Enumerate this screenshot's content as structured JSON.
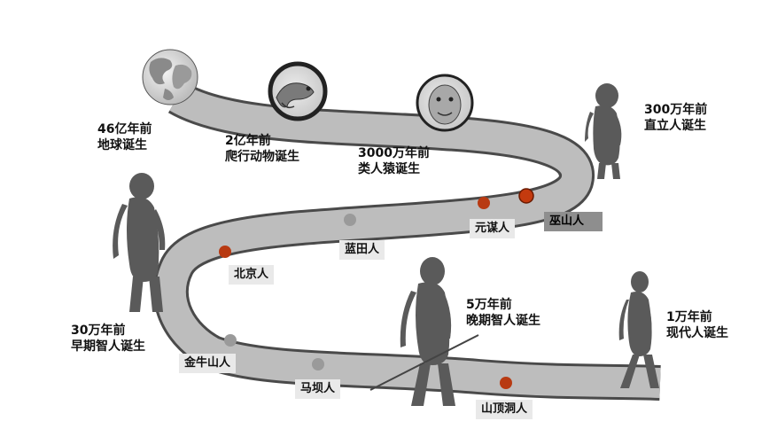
{
  "colors": {
    "road": "#bdbdbd",
    "road_edge": "#4a4a4a",
    "dot_red": "#b83a12",
    "dot_gray": "#9a9a9a",
    "tag_bg": "#e9e9e9",
    "tag_dark_bg": "#8e8e8e"
  },
  "milestones": {
    "earth": {
      "line1": "46亿年前",
      "line2": "地球诞生",
      "icon": "globe-icon"
    },
    "reptile": {
      "line1": "2亿年前",
      "line2": "爬行动物诞生",
      "icon": "chameleon-icon"
    },
    "ape": {
      "line1": "3000万年前",
      "line2": "类人猿诞生",
      "icon": "ape-face-icon"
    },
    "erectus": {
      "line1": "300万年前",
      "line2": "直立人诞生",
      "icon": "homo-erectus-figure"
    },
    "early_sapiens": {
      "line1": "30万年前",
      "line2": "早期智人诞生",
      "icon": "early-sapiens-figure"
    },
    "late_sapiens": {
      "line1": "5万年前",
      "line2": "晚期智人诞生",
      "icon": "late-sapiens-figure"
    },
    "modern": {
      "line1": "1万年前",
      "line2": "现代人诞生",
      "icon": "modern-human-figure"
    }
  },
  "sites": {
    "wushan": "巫山人",
    "yuanmou": "元谋人",
    "lantian": "蓝田人",
    "beijing": "北京人",
    "jinniushan": "金牛山人",
    "maba": "马坝人",
    "shandingdong": "山顶洞人"
  }
}
